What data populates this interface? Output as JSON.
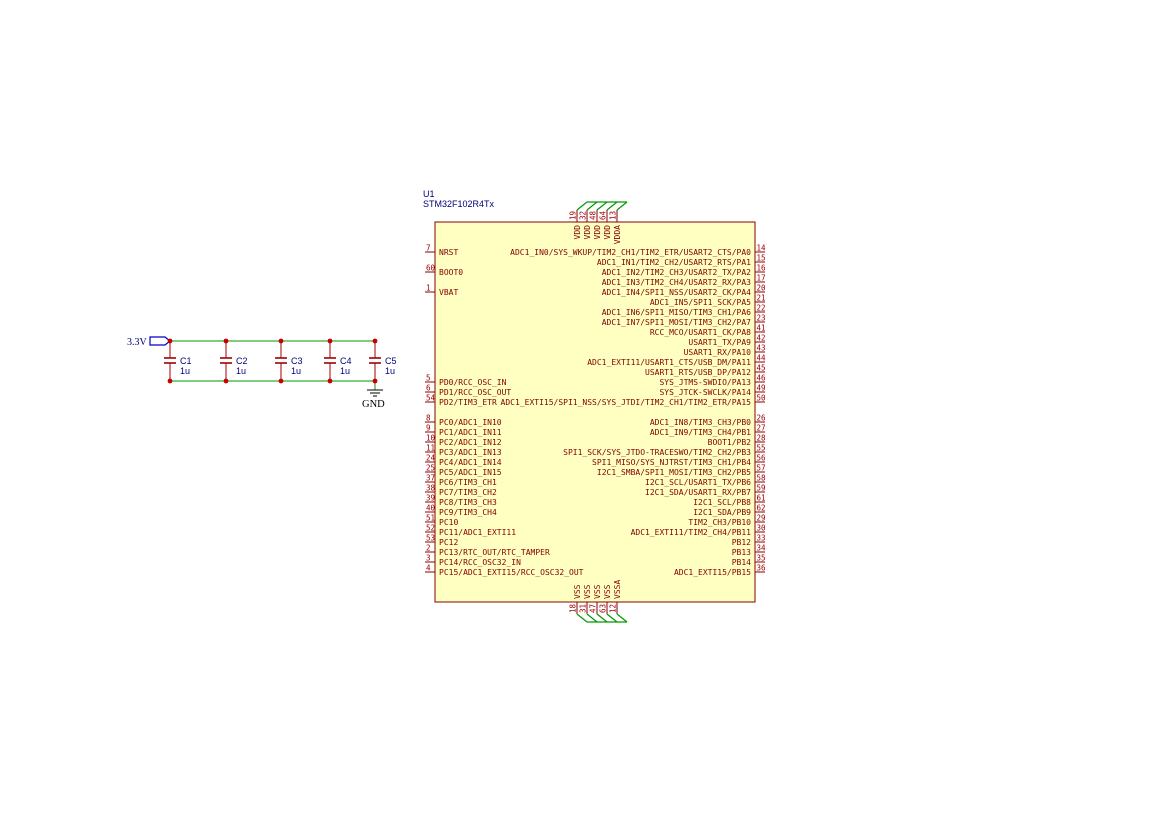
{
  "power": {
    "net_label": "3.3V",
    "ground_label": "GND"
  },
  "capacitors": [
    {
      "ref": "C1",
      "value": "1u"
    },
    {
      "ref": "C2",
      "value": "1u"
    },
    {
      "ref": "C3",
      "value": "1u"
    },
    {
      "ref": "C4",
      "value": "1u"
    },
    {
      "ref": "C5",
      "value": "1u"
    }
  ],
  "mcu": {
    "ref": "U1",
    "part": "STM32F102R4Tx",
    "top_pins": [
      {
        "name": "VDD",
        "num": "19"
      },
      {
        "name": "VDD",
        "num": "32"
      },
      {
        "name": "VDD",
        "num": "48"
      },
      {
        "name": "VDD",
        "num": "64"
      },
      {
        "name": "VDDA",
        "num": "13"
      }
    ],
    "bottom_pins": [
      {
        "name": "VSS",
        "num": "18"
      },
      {
        "name": "VSS",
        "num": "31"
      },
      {
        "name": "VSS",
        "num": "47"
      },
      {
        "name": "VSS",
        "num": "63"
      },
      {
        "name": "VSSA",
        "num": "12"
      }
    ],
    "left_pins": [
      {
        "name": "NRST",
        "num": "7",
        "row": 0
      },
      {
        "name": "BOOT0",
        "num": "60",
        "row": 2
      },
      {
        "name": "VBAT",
        "num": "1",
        "row": 4
      },
      {
        "name": "PD0/RCC_OSC_IN",
        "num": "5",
        "row": 13
      },
      {
        "name": "PD1/RCC_OSC_OUT",
        "num": "6",
        "row": 14
      },
      {
        "name": "PD2/TIM3_ETR",
        "num": "54",
        "row": 15
      },
      {
        "name": "PC0/ADC1_IN10",
        "num": "8",
        "row": 17
      },
      {
        "name": "PC1/ADC1_IN11",
        "num": "9",
        "row": 18
      },
      {
        "name": "PC2/ADC1_IN12",
        "num": "10",
        "row": 19
      },
      {
        "name": "PC3/ADC1_IN13",
        "num": "11",
        "row": 20
      },
      {
        "name": "PC4/ADC1_IN14",
        "num": "24",
        "row": 21
      },
      {
        "name": "PC5/ADC1_IN15",
        "num": "25",
        "row": 22
      },
      {
        "name": "PC6/TIM3_CH1",
        "num": "37",
        "row": 23
      },
      {
        "name": "PC7/TIM3_CH2",
        "num": "38",
        "row": 24
      },
      {
        "name": "PC8/TIM3_CH3",
        "num": "39",
        "row": 25
      },
      {
        "name": "PC9/TIM3_CH4",
        "num": "40",
        "row": 26
      },
      {
        "name": "PC10",
        "num": "51",
        "row": 27
      },
      {
        "name": "PC11/ADC1_EXTI11",
        "num": "52",
        "row": 28
      },
      {
        "name": "PC12",
        "num": "53",
        "row": 29
      },
      {
        "name": "PC13/RTC_OUT/RTC_TAMPER",
        "num": "2",
        "row": 30
      },
      {
        "name": "PC14/RCC_OSC32_IN",
        "num": "3",
        "row": 31
      },
      {
        "name": "PC15/ADC1_EXTI15/RCC_OSC32_OUT",
        "num": "4",
        "row": 32
      }
    ],
    "right_pins": [
      {
        "name": "ADC1_IN0/SYS_WKUP/TIM2_CH1/TIM2_ETR/USART2_CTS/PA0",
        "num": "14",
        "row": 0
      },
      {
        "name": "ADC1_IN1/TIM2_CH2/USART2_RTS/PA1",
        "num": "15",
        "row": 1
      },
      {
        "name": "ADC1_IN2/TIM2_CH3/USART2_TX/PA2",
        "num": "16",
        "row": 2
      },
      {
        "name": "ADC1_IN3/TIM2_CH4/USART2_RX/PA3",
        "num": "17",
        "row": 3
      },
      {
        "name": "ADC1_IN4/SPI1_NSS/USART2_CK/PA4",
        "num": "20",
        "row": 4
      },
      {
        "name": "ADC1_IN5/SPI1_SCK/PA5",
        "num": "21",
        "row": 5
      },
      {
        "name": "ADC1_IN6/SPI1_MISO/TIM3_CH1/PA6",
        "num": "22",
        "row": 6
      },
      {
        "name": "ADC1_IN7/SPI1_MOSI/TIM3_CH2/PA7",
        "num": "23",
        "row": 7
      },
      {
        "name": "RCC_MCO/USART1_CK/PA8",
        "num": "41",
        "row": 8
      },
      {
        "name": "USART1_TX/PA9",
        "num": "42",
        "row": 9
      },
      {
        "name": "USART1_RX/PA10",
        "num": "43",
        "row": 10
      },
      {
        "name": "ADC1_EXTI11/USART1_CTS/USB_DM/PA11",
        "num": "44",
        "row": 11
      },
      {
        "name": "USART1_RTS/USB_DP/PA12",
        "num": "45",
        "row": 12
      },
      {
        "name": "SYS_JTMS-SWDIO/PA13",
        "num": "46",
        "row": 13
      },
      {
        "name": "SYS_JTCK-SWCLK/PA14",
        "num": "49",
        "row": 14
      },
      {
        "name": "ADC1_EXTI15/SPI1_NSS/SYS_JTDI/TIM2_CH1/TIM2_ETR/PA15",
        "num": "50",
        "row": 15
      },
      {
        "name": "ADC1_IN8/TIM3_CH3/PB0",
        "num": "26",
        "row": 17
      },
      {
        "name": "ADC1_IN9/TIM3_CH4/PB1",
        "num": "27",
        "row": 18
      },
      {
        "name": "BOOT1/PB2",
        "num": "28",
        "row": 19
      },
      {
        "name": "SPI1_SCK/SYS_JTDO-TRACESWO/TIM2_CH2/PB3",
        "num": "55",
        "row": 20
      },
      {
        "name": "SPI1_MISO/SYS_NJTRST/TIM3_CH1/PB4",
        "num": "56",
        "row": 21
      },
      {
        "name": "I2C1_SMBA/SPI1_MOSI/TIM3_CH2/PB5",
        "num": "57",
        "row": 22
      },
      {
        "name": "I2C1_SCL/USART1_TX/PB6",
        "num": "58",
        "row": 23
      },
      {
        "name": "I2C1_SDA/USART1_RX/PB7",
        "num": "59",
        "row": 24
      },
      {
        "name": "I2C1_SCL/PB8",
        "num": "61",
        "row": 25
      },
      {
        "name": "I2C1_SDA/PB9",
        "num": "62",
        "row": 26
      },
      {
        "name": "TIM2_CH3/PB10",
        "num": "29",
        "row": 27
      },
      {
        "name": "ADC1_EXTI11/TIM2_CH4/PB11",
        "num": "30",
        "row": 28
      },
      {
        "name": "PB12",
        "num": "33",
        "row": 29
      },
      {
        "name": "PB13",
        "num": "34",
        "row": 30
      },
      {
        "name": "PB14",
        "num": "35",
        "row": 31
      },
      {
        "name": "ADC1_EXTI15/PB15",
        "num": "36",
        "row": 32
      }
    ]
  }
}
